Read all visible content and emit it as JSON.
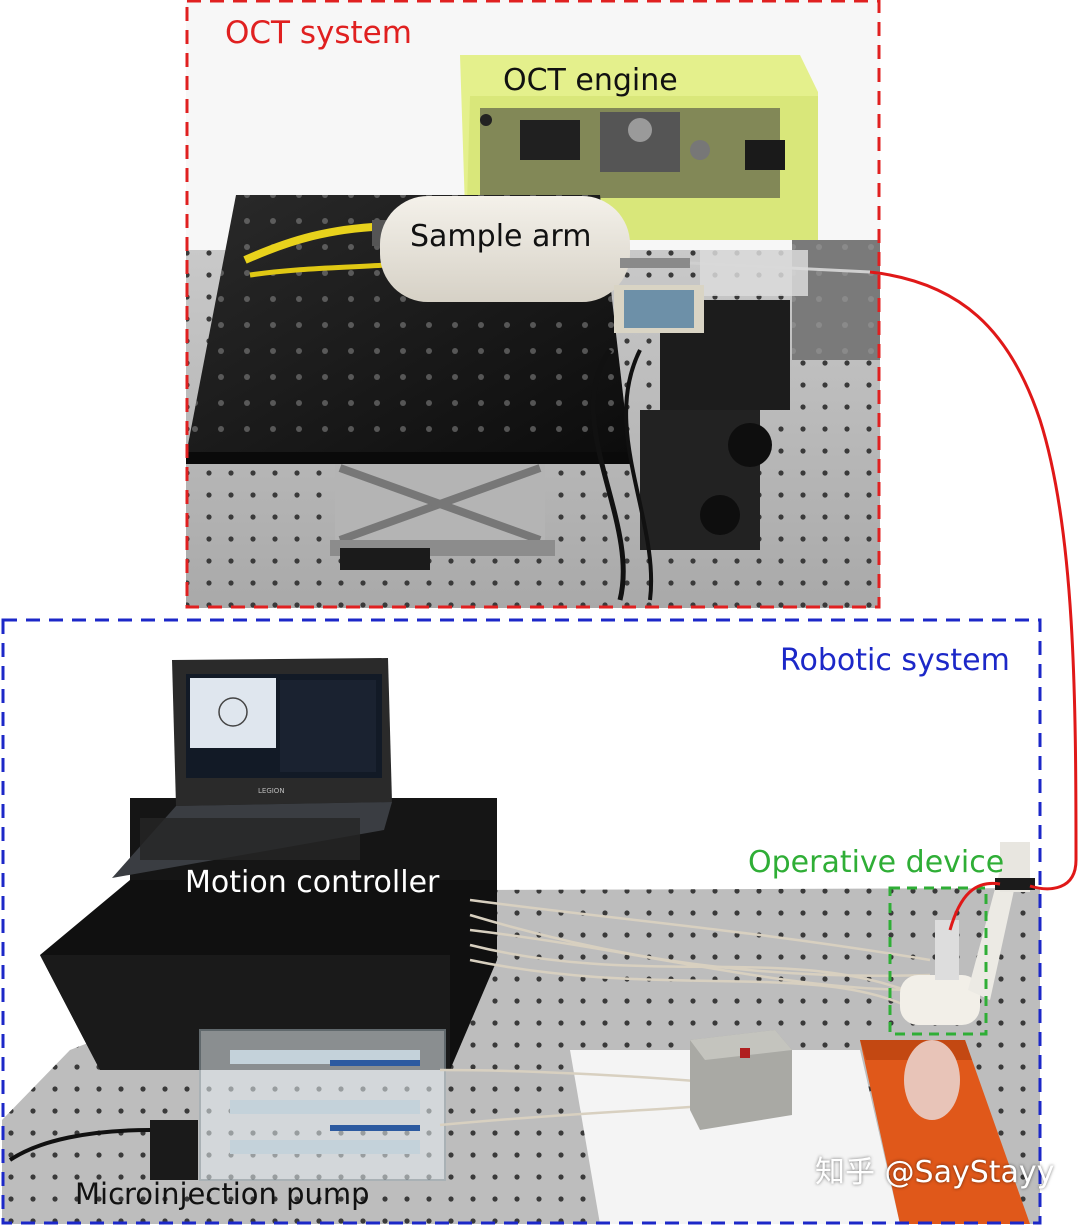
{
  "labels": {
    "oct_system": "OCT system",
    "oct_engine": "OCT engine",
    "sample_arm": "Sample arm",
    "robotic_system": "Robotic system",
    "operative_device": "Operative device",
    "motion_controller": "Motion controller",
    "microinjection_pump": "Microinjection pump"
  },
  "watermark": "知乎 @SayStayy",
  "laptop_brand": "LEGION",
  "colors": {
    "oct_box": "#e02020",
    "robotic_box": "#1c28c8",
    "operative_box": "#2fae36",
    "fiber_line": "#e01818",
    "oct_engine_box": "#e4f08c",
    "surgical_board": "#e0581a"
  }
}
